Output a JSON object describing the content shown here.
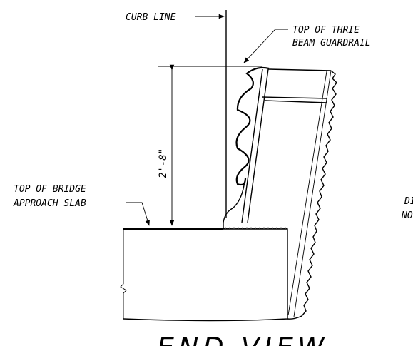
{
  "labels": {
    "curb_line": "CURB LINE",
    "top_guardrail_1": "TOP OF THRIE",
    "top_guardrail_2": "BEAM GUARDRAIL",
    "top_slab_1": "TOP OF BRIDGE",
    "top_slab_2": "APPROACH SLAB",
    "dimension": "2'-8\"",
    "view_title": "END VIEW",
    "cut_text_1": "DI",
    "cut_text_2": "NO"
  }
}
